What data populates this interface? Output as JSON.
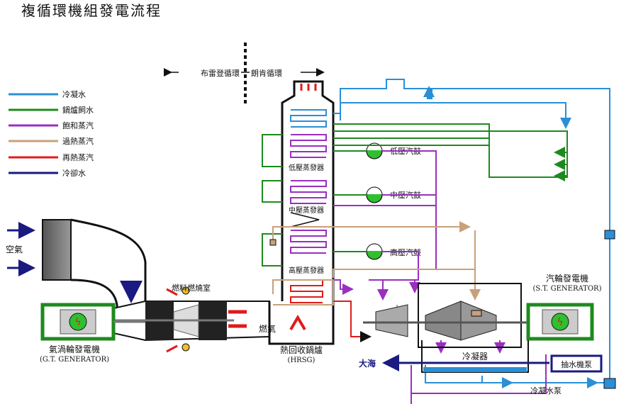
{
  "title": "複循環機組發電流程",
  "cycles": {
    "left": "布雷登循環",
    "right": "朗肯循環"
  },
  "legend": [
    {
      "label": "冷凝水",
      "color": "#2a8fd6"
    },
    {
      "label": "鍋爐飼水",
      "color": "#1e8a1e"
    },
    {
      "label": "飽和蒸汽",
      "color": "#9a2fbf"
    },
    {
      "label": "過熱蒸汽",
      "color": "#c8a07a"
    },
    {
      "label": "再熱蒸汽",
      "color": "#e01b1b"
    },
    {
      "label": "冷卻水",
      "color": "#1a1a80"
    }
  ],
  "labels": {
    "air": "空氣",
    "combustor": "燃料燃燒室",
    "gas": "燃氣",
    "hrsg": "熱回收鍋爐",
    "hrsg_en": "(HRSG)",
    "gt_gen": "氣渦輪發電機",
    "gt_gen_en": "(G.T. GENERATOR)",
    "st_gen": "汽輪發電機",
    "st_gen_en": "(S.T. GENERATOR)",
    "lp_drum": "低壓汽鼓",
    "ip_drum": "中壓汽鼓",
    "hp_drum": "高壓汽鼓",
    "lp_evap": "低壓蒸發器",
    "ip_evap": "中壓蒸發器",
    "hp_evap": "高壓蒸發器",
    "condenser": "冷凝器",
    "sea": "大海",
    "cw_pump": "抽水機泵",
    "cond_pump": "冷凝水泵"
  }
}
